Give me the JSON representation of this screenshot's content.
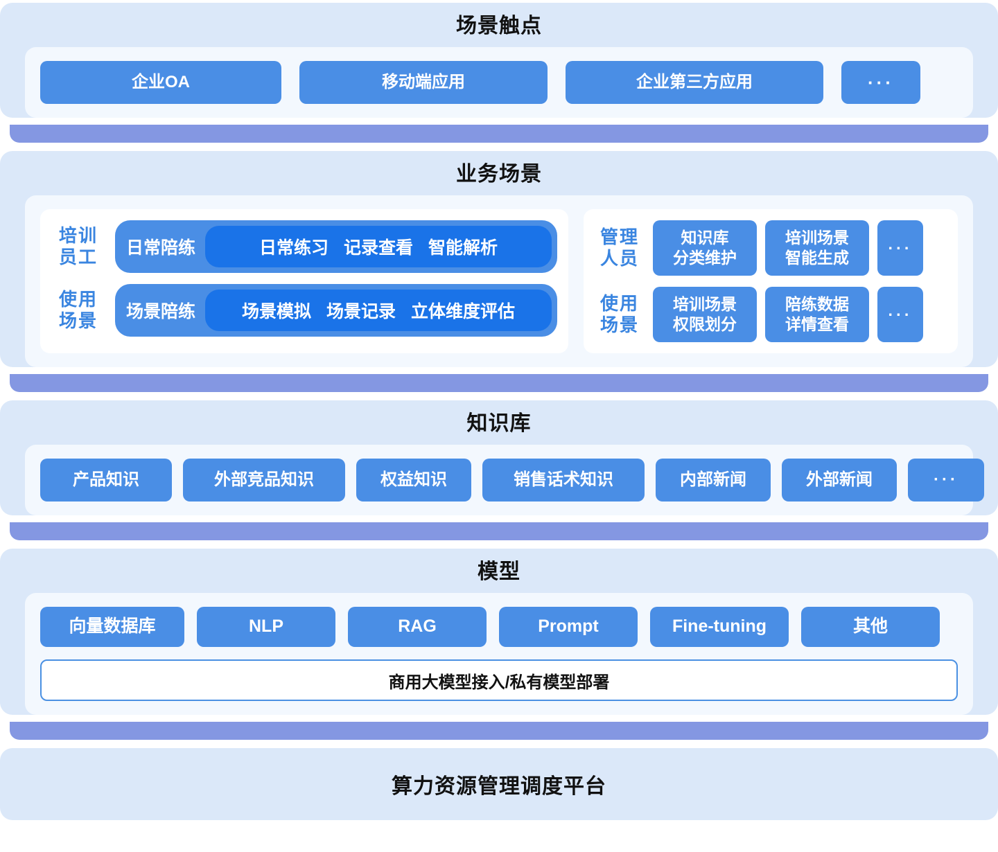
{
  "meta": {
    "accent_blue": "#4a8ee5",
    "accent_blue_dark": "#1a73e8",
    "panel_bg": "#dbe8f9",
    "band_color": "#8497e2",
    "label_blue": "#3a85e0"
  },
  "layers": {
    "touchpoints": {
      "title": "场景触点",
      "items": [
        "企业OA",
        "移动端应用",
        "企业第三方应用",
        "···"
      ]
    },
    "business": {
      "title": "业务场景",
      "left_rows": [
        {
          "role": "培训\n员工",
          "lead": "日常陪练",
          "items": [
            "日常练习",
            "记录查看",
            "智能解析"
          ]
        },
        {
          "role": "使用\n场景",
          "lead": "场景陪练",
          "items": [
            "场景模拟",
            "场景记录",
            "立体维度评估"
          ]
        }
      ],
      "right_rows": [
        {
          "role": "管理\n人员",
          "items": [
            "知识库\n分类维护",
            "培训场景\n智能生成",
            "···"
          ]
        },
        {
          "role": "使用\n场景",
          "items": [
            "培训场景\n权限划分",
            "陪练数据\n详情查看",
            "···"
          ]
        }
      ]
    },
    "knowledge": {
      "title": "知识库",
      "items": [
        "产品知识",
        "外部竞品知识",
        "权益知识",
        "销售话术知识",
        "内部新闻",
        "外部新闻",
        "···"
      ]
    },
    "model": {
      "title": "模型",
      "items": [
        "向量数据库",
        "NLP",
        "RAG",
        "Prompt",
        "Fine-tuning",
        "其他"
      ],
      "deploy_bar": "商用大模型接入/私有模型部署"
    },
    "platform": {
      "title": "算力资源管理调度平台"
    }
  }
}
